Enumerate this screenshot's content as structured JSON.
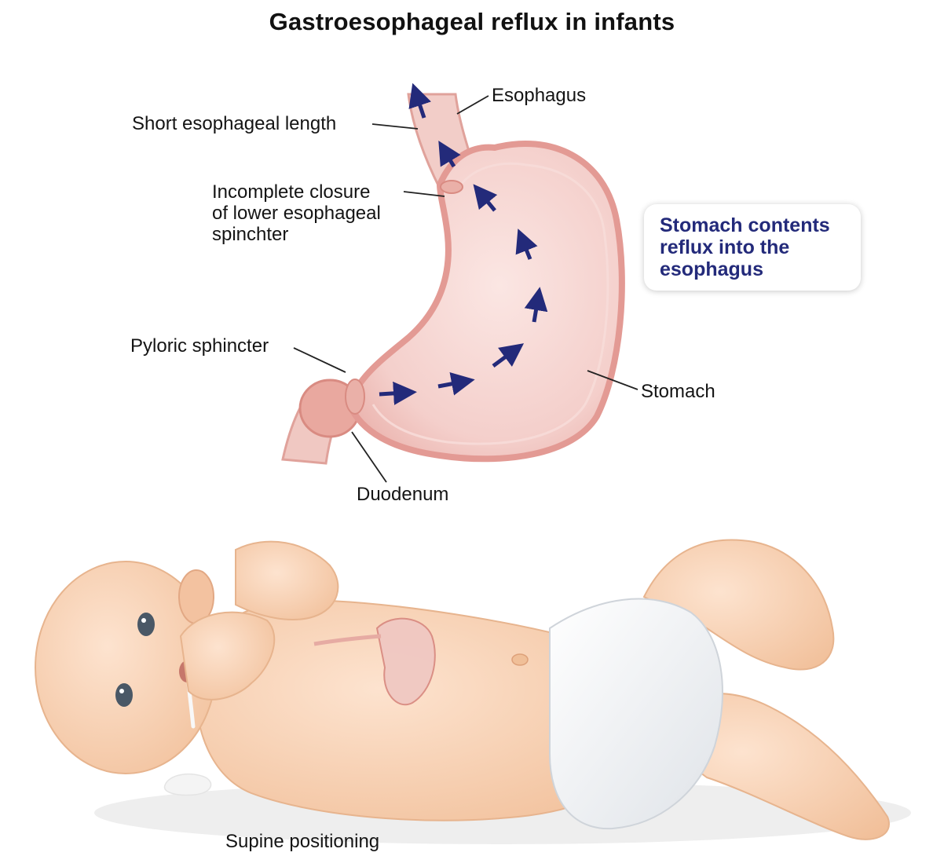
{
  "title": "Gastroesophageal reflux in infants",
  "labels": {
    "esophagus": "Esophagus",
    "short_esophageal_length": "Short esophageal length",
    "incomplete_closure": [
      "Incomplete closure",
      "of lower esophageal",
      "spinchter"
    ],
    "pyloric_sphincter": "Pyloric sphincter",
    "stomach": "Stomach",
    "duodenum": "Duodenum",
    "supine_positioning": "Supine positioning"
  },
  "callout": [
    "Stomach contents",
    "reflux into the",
    "esophagus"
  ],
  "colors": {
    "arrow": "#232a7a",
    "callout_text": "#232a7a",
    "stomach_fill": "#f6d2cf",
    "stomach_wall": "#e39a94",
    "skin": "#f7d0b2",
    "diaper": "#f2f4f6"
  }
}
